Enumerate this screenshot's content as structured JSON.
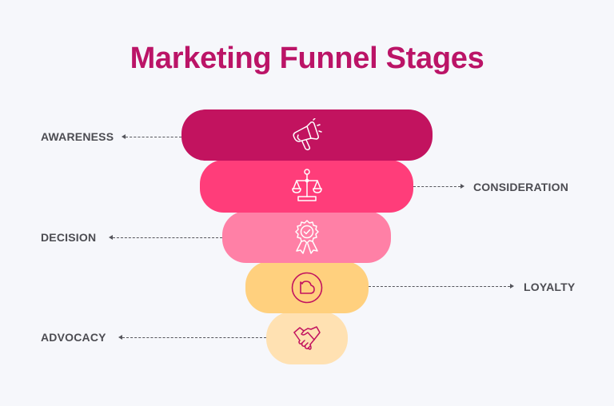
{
  "title": "Marketing Funnel Stages",
  "colors": {
    "title": "#bb1467",
    "label": "#4c4c52",
    "background": "#f6f7fb"
  },
  "stages": [
    {
      "label": "AWARENESS",
      "side": "left",
      "icon": "megaphone-icon",
      "color": "#c2135f",
      "icon_color": "#ffffff"
    },
    {
      "label": "CONSIDERATION",
      "side": "right",
      "icon": "scale-icon",
      "color": "#ff3d7a",
      "icon_color": "#ffffff"
    },
    {
      "label": "DECISION",
      "side": "left",
      "icon": "award-ribbon-icon",
      "color": "#ff80a6",
      "icon_color": "#ffffff"
    },
    {
      "label": "LOYALTY",
      "side": "right",
      "icon": "heart-circle-icon",
      "color": "#ffd07e",
      "icon_color": "#c2135f"
    },
    {
      "label": "ADVOCACY",
      "side": "left",
      "icon": "handshake-icon",
      "color": "#ffe1b2",
      "icon_color": "#c2135f"
    }
  ]
}
